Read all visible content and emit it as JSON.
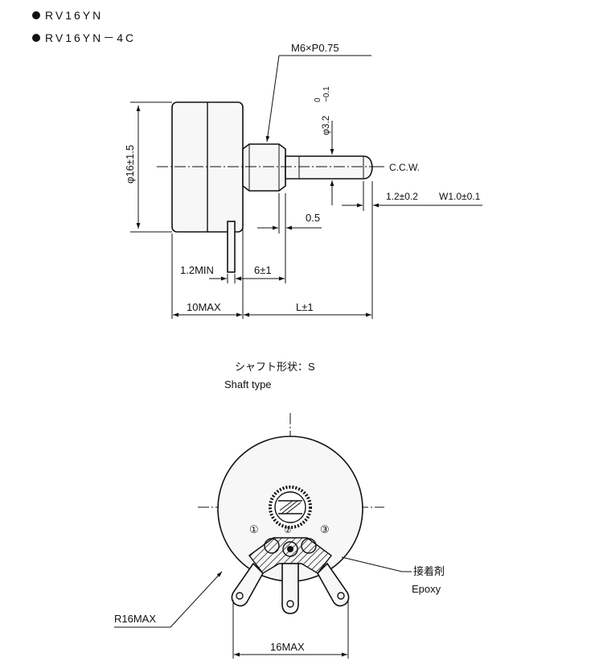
{
  "models": [
    "RV16YN",
    "RV16YN－4C"
  ],
  "side_view": {
    "thread": "M6×P0.75",
    "shaft_diameter": "φ3.2",
    "shaft_tol_upper": "0",
    "shaft_tol_lower": "−0.1",
    "direction": "C.C.W.",
    "slot_width": "1.2±0.2",
    "slot_w": "W1.0±0.1",
    "body_diameter": "φ16±1.5",
    "flat_depth": "0.5",
    "terminal_min": "1.2MIN",
    "thread_length": "6±1",
    "body_length": "10MAX",
    "shaft_length": "L±1"
  },
  "shaft_type": {
    "label_jp": "シャフト形状：S",
    "label_en": "Shaft type"
  },
  "front_view": {
    "terminals": [
      "①",
      "②",
      "③"
    ],
    "adhesive_jp": "接着剤",
    "adhesive_en": "Epoxy",
    "radius": "R16MAX",
    "width": "16MAX"
  }
}
